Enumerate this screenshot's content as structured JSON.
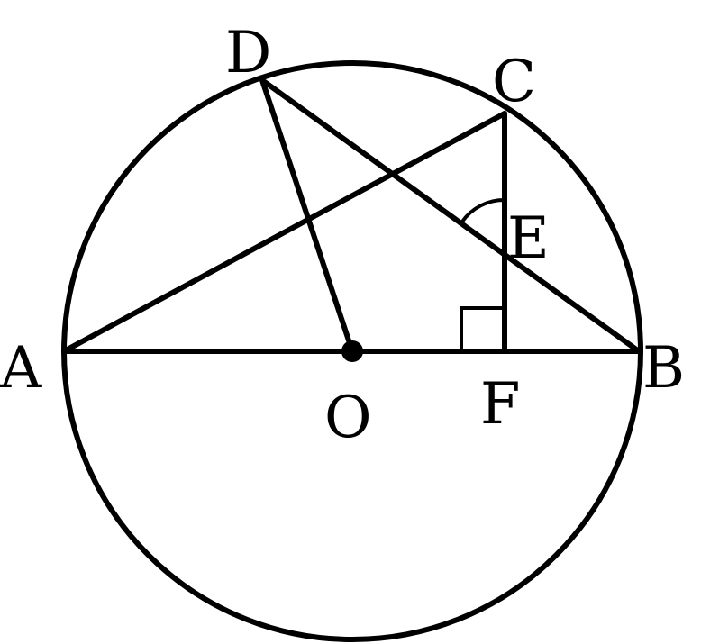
{
  "diagram": {
    "points": {
      "A": "A",
      "B": "B",
      "C": "C",
      "D": "D",
      "E": "E",
      "F": "F",
      "O": "O"
    },
    "colors": {
      "ink": "#000000",
      "background": "#ffffff"
    }
  }
}
